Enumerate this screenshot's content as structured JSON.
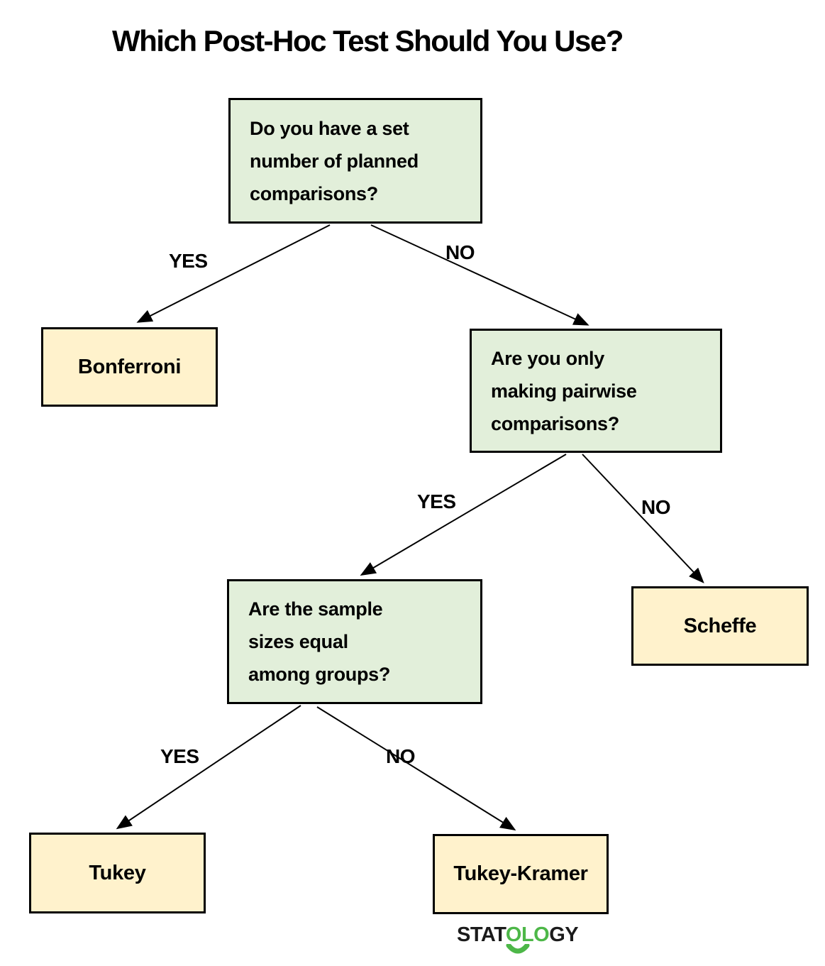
{
  "title": "Which Post-Hoc Test Should You Use?",
  "colors": {
    "question_fill": "#E2EFDA",
    "result_fill": "#FFF2CC",
    "border": "#000000",
    "arrow": "#000000",
    "logo_green": "#4DB748",
    "logo_black": "#1b1b1b"
  },
  "nodes": {
    "q1": {
      "type": "question",
      "lines": [
        "Do you have a set",
        "number of planned",
        "comparisons?"
      ]
    },
    "q2": {
      "type": "question",
      "lines": [
        "Are you only",
        "making pairwise",
        "comparisons?"
      ]
    },
    "q3": {
      "type": "question",
      "lines": [
        "Are the sample",
        "sizes equal",
        "among groups?"
      ]
    },
    "bonferroni": {
      "type": "result",
      "text": "Bonferroni"
    },
    "scheffe": {
      "type": "result",
      "text": "Scheffe"
    },
    "tukey": {
      "type": "result",
      "text": "Tukey"
    },
    "tukey_kramer": {
      "type": "result",
      "text": "Tukey-Kramer"
    }
  },
  "edges": [
    {
      "from": "q1",
      "to": "bonferroni",
      "label": "YES"
    },
    {
      "from": "q1",
      "to": "q2",
      "label": "NO"
    },
    {
      "from": "q2",
      "to": "q3",
      "label": "YES"
    },
    {
      "from": "q2",
      "to": "scheffe",
      "label": "NO"
    },
    {
      "from": "q3",
      "to": "tukey",
      "label": "YES"
    },
    {
      "from": "q3",
      "to": "tukey_kramer",
      "label": "NO"
    }
  ],
  "logo": {
    "black_prefix": "STAT",
    "green_middle": "OLO",
    "black_suffix": "GY"
  }
}
